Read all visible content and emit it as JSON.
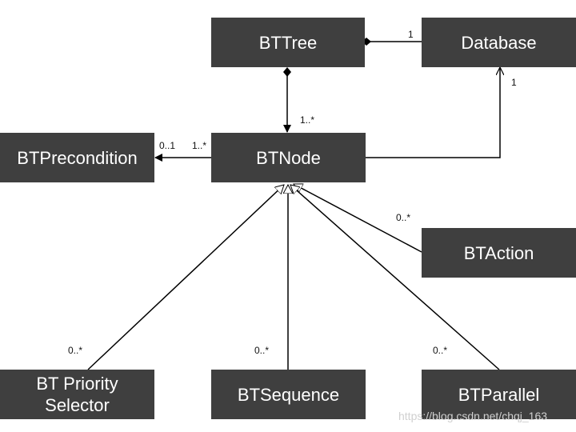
{
  "nodes": {
    "bttree": "BTTree",
    "database": "Database",
    "btnode": "BTNode",
    "btprecondition": "BTPrecondition",
    "btaction": "BTAction",
    "bt_priority_selector_line1": "BT Priority",
    "bt_priority_selector_line2": "Selector",
    "btsequence": "BTSequence",
    "btparallel": "BTParallel"
  },
  "multiplicities": {
    "tree_database_db_end": "1",
    "database_btnode_db_end": "1",
    "tree_btnode_node_end": "1..*",
    "precondition_end": "0..1",
    "btnode_precondition_node_end": "1..*",
    "btaction_end": "0..*",
    "priority_selector_end": "0..*",
    "sequence_end": "0..*",
    "parallel_end": "0..*"
  },
  "watermark": "https://blog.csdn.net/chqj_163",
  "colors": {
    "box_fill": "#3f3f3f",
    "box_text": "#ffffff",
    "line": "#000000"
  }
}
